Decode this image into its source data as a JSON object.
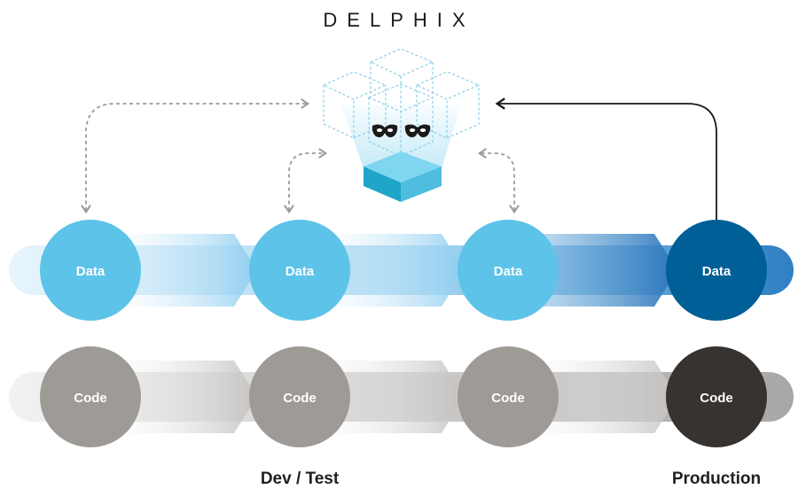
{
  "brand": "DELPHIX",
  "data_row": {
    "nodes": [
      "Data",
      "Data",
      "Data",
      "Data"
    ],
    "colors": [
      "#5dc3e8",
      "#5dc3e8",
      "#5dc3e8",
      "#005f96"
    ]
  },
  "code_row": {
    "nodes": [
      "Code",
      "Code",
      "Code",
      "Code"
    ],
    "colors": [
      "#9e9b97",
      "#9e9b97",
      "#9e9b97",
      "#363331"
    ]
  },
  "stage_labels": [
    "Dev / Test",
    "Production"
  ],
  "icons": [
    "cube-stack-icon",
    "mask-icon",
    "mask-icon",
    "dashed-arrow-icon",
    "solid-arrow-icon"
  ]
}
